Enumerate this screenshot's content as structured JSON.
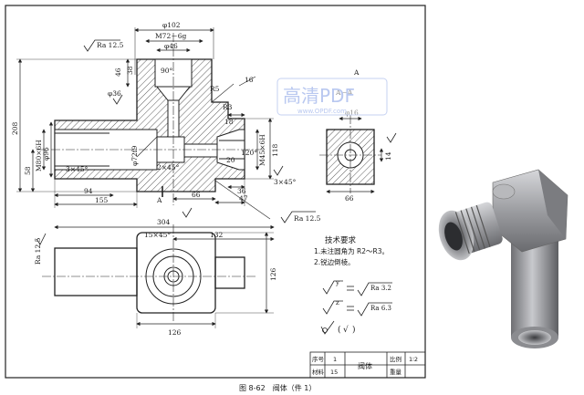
{
  "front": {
    "d102": "φ102",
    "m72": "M72－6g",
    "d46": "φ46",
    "h46": "46",
    "h38": "38",
    "ang90": "90°",
    "d36": "φ36",
    "r5": "R5",
    "r3": "R3",
    "r16": "16",
    "h208": "208",
    "h58": "58",
    "m80": "M80×6H",
    "d96": "φ96",
    "d72": "φ72f9",
    "c3a": "3×45°",
    "c2": "2×45°",
    "w18": "18",
    "w36": "36",
    "w20": "20",
    "m45": "M45×6H",
    "h118": "118",
    "a120": "120°",
    "c3b": "3×45°",
    "w47": "47",
    "w94": "94",
    "w155": "155",
    "w66": "66",
    "lbl": "A",
    "ra": "Ra 12.5"
  },
  "side": {
    "section": "A－A",
    "d16": "φ16",
    "w66": "66",
    "w14": "14",
    "lbl": "A"
  },
  "top": {
    "w304": "304",
    "c15": "15×45°",
    "w132": "132",
    "h126": "126",
    "w126": "126",
    "ra": "Ra 12.5"
  },
  "notes": {
    "title": "技术要求",
    "n1": "1.未注圆角为 R2～R3。",
    "n2": "2.锐边倒棱。",
    "eq1_rhs": "Ra 3.2",
    "eq2_rhs": "Ra 6.3",
    "y": "y",
    "z": "z",
    "mark": "(",
    "mark_check": "√",
    "mark_close": ")"
  },
  "ra_generic": "Ra 12.5",
  "titleblock": {
    "seq_label": "序号",
    "seq_val": "1",
    "name": "阀体",
    "scale_label": "比例",
    "scale_val": "1∶2",
    "mat_label": "材料",
    "mat_val": "15",
    "weight_label": "重量"
  },
  "caption": "图 8-62　阀体（件 1）",
  "watermark": {
    "main": "高清PDF",
    "sub": "www.OPDF.com"
  }
}
